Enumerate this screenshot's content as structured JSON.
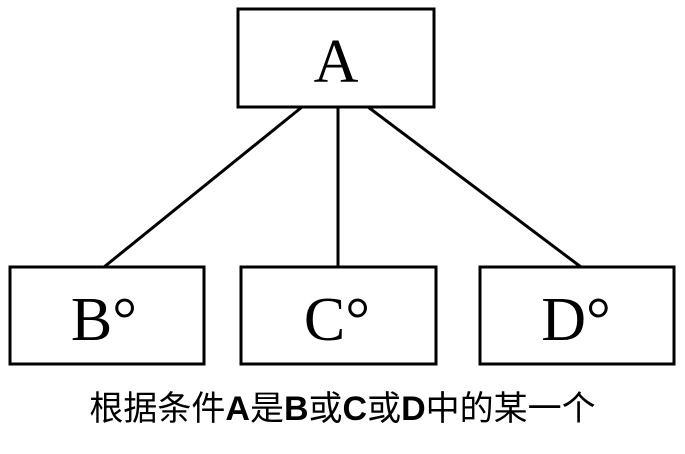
{
  "diagram": {
    "root": {
      "label": "A"
    },
    "children": [
      {
        "label": "B°"
      },
      {
        "label": "C°"
      },
      {
        "label": "D°"
      }
    ]
  },
  "caption": {
    "parts": [
      {
        "text": "根据条件",
        "bold": false
      },
      {
        "text": "A",
        "bold": true
      },
      {
        "text": "是",
        "bold": false
      },
      {
        "text": "B",
        "bold": true
      },
      {
        "text": "或",
        "bold": false
      },
      {
        "text": "C",
        "bold": true
      },
      {
        "text": "或",
        "bold": false
      },
      {
        "text": "D",
        "bold": true
      },
      {
        "text": "中的某一个",
        "bold": false
      }
    ]
  }
}
